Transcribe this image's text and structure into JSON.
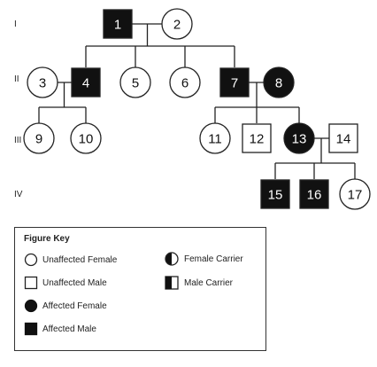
{
  "generations": [
    {
      "label": "I"
    },
    {
      "label": "II"
    },
    {
      "label": "III"
    },
    {
      "label": "IV"
    }
  ],
  "individuals": [
    {
      "id": "1",
      "sex": "male",
      "status": "affected"
    },
    {
      "id": "2",
      "sex": "female",
      "status": "unaffected"
    },
    {
      "id": "3",
      "sex": "female",
      "status": "unaffected"
    },
    {
      "id": "4",
      "sex": "male",
      "status": "affected"
    },
    {
      "id": "5",
      "sex": "female",
      "status": "unaffected"
    },
    {
      "id": "6",
      "sex": "female",
      "status": "unaffected"
    },
    {
      "id": "7",
      "sex": "male",
      "status": "affected"
    },
    {
      "id": "8",
      "sex": "female",
      "status": "affected"
    },
    {
      "id": "9",
      "sex": "female",
      "status": "unaffected"
    },
    {
      "id": "10",
      "sex": "female",
      "status": "unaffected"
    },
    {
      "id": "11",
      "sex": "female",
      "status": "unaffected"
    },
    {
      "id": "12",
      "sex": "male",
      "status": "unaffected"
    },
    {
      "id": "13",
      "sex": "female",
      "status": "affected"
    },
    {
      "id": "14",
      "sex": "male",
      "status": "unaffected"
    },
    {
      "id": "15",
      "sex": "male",
      "status": "affected"
    },
    {
      "id": "16",
      "sex": "male",
      "status": "affected"
    },
    {
      "id": "17",
      "sex": "female",
      "status": "unaffected"
    }
  ],
  "matings": [
    {
      "partners": [
        "1",
        "2"
      ],
      "children": [
        "4",
        "5",
        "6",
        "7"
      ]
    },
    {
      "partners": [
        "3",
        "4"
      ],
      "children": [
        "9",
        "10"
      ]
    },
    {
      "partners": [
        "7",
        "8"
      ],
      "children": [
        "11",
        "12",
        "13"
      ]
    },
    {
      "partners": [
        "13",
        "14"
      ],
      "children": [
        "15",
        "16",
        "17"
      ]
    }
  ],
  "key": {
    "title": "Figure Key",
    "items": [
      {
        "label": "Unaffected Female",
        "symbol": "circle-open"
      },
      {
        "label": "Unaffected Male",
        "symbol": "square-open"
      },
      {
        "label": "Affected Female",
        "symbol": "circle-filled"
      },
      {
        "label": "Affected Male",
        "symbol": "square-filled"
      },
      {
        "label": "Female Carrier",
        "symbol": "circle-half"
      },
      {
        "label": "Male Carrier",
        "symbol": "square-half"
      }
    ]
  },
  "colors": {
    "affected": "#111111",
    "unaffected": "#ffffff",
    "line": "#222222"
  }
}
